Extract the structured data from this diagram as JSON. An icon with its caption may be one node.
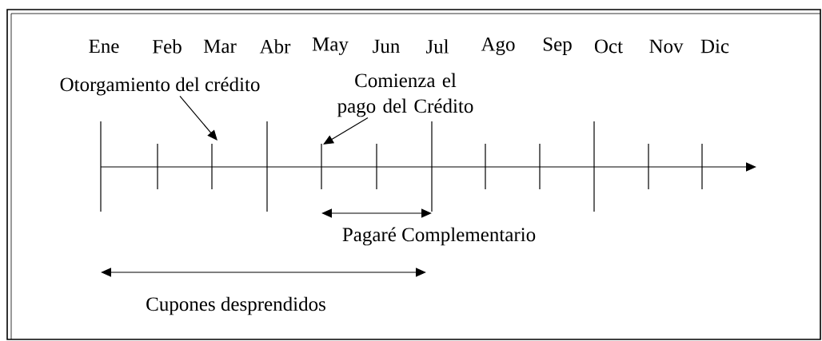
{
  "diagram": {
    "nodes": [
      {
        "text": [
          "Otorgamiento del crédito"
        ]
      },
      {
        "text": [
          "Comienza el pago del Crédito"
        ]
      }
    ],
    "edges": [
      {
        "from": 0,
        "to": null,
        "arrow": "to"
      },
      {
        "from": 1,
        "to": null,
        "arrow": "to"
      }
    ],
    "labels": [
      "Ene",
      "Feb",
      "Mar",
      "Abr",
      "May",
      "Jun",
      "Jul",
      "Ago",
      "Sep",
      "Oct",
      "Nov",
      "Dic",
      "Pagaré Complementario",
      "Cupones desprendidos"
    ]
  }
}
